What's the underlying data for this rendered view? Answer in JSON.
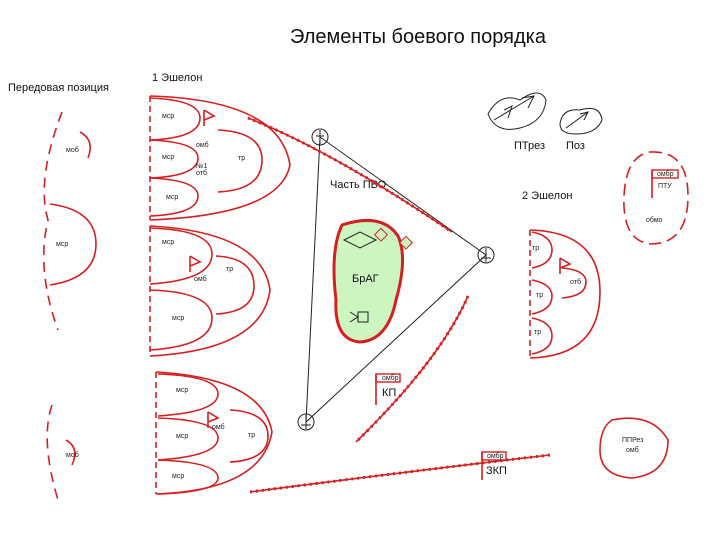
{
  "title": "Элементы боевого порядка",
  "labels": {
    "forward_position": "Передовая позиция",
    "echelon1": "1 Эшелон",
    "echelon2": "2 Эшелон",
    "air_defense": "Часть ПВО",
    "artillery_group": "БрАГ",
    "at_reserve": "ПТрез",
    "poz": "Поз",
    "kp": "КП",
    "zkp": "ЗКП",
    "obmo": "обмо",
    "ptu": "ПТУ",
    "ppres": "ППРез"
  },
  "units": {
    "msr": "мср",
    "mov": "моб",
    "omb": "омб",
    "tr": "тр",
    "otb": "отб",
    "omb_r": "омбр",
    "no1": "№1",
    "oto": "отб"
  },
  "colors": {
    "line": "#d42020",
    "green": "#ccf5c0",
    "ink": "#222222"
  }
}
